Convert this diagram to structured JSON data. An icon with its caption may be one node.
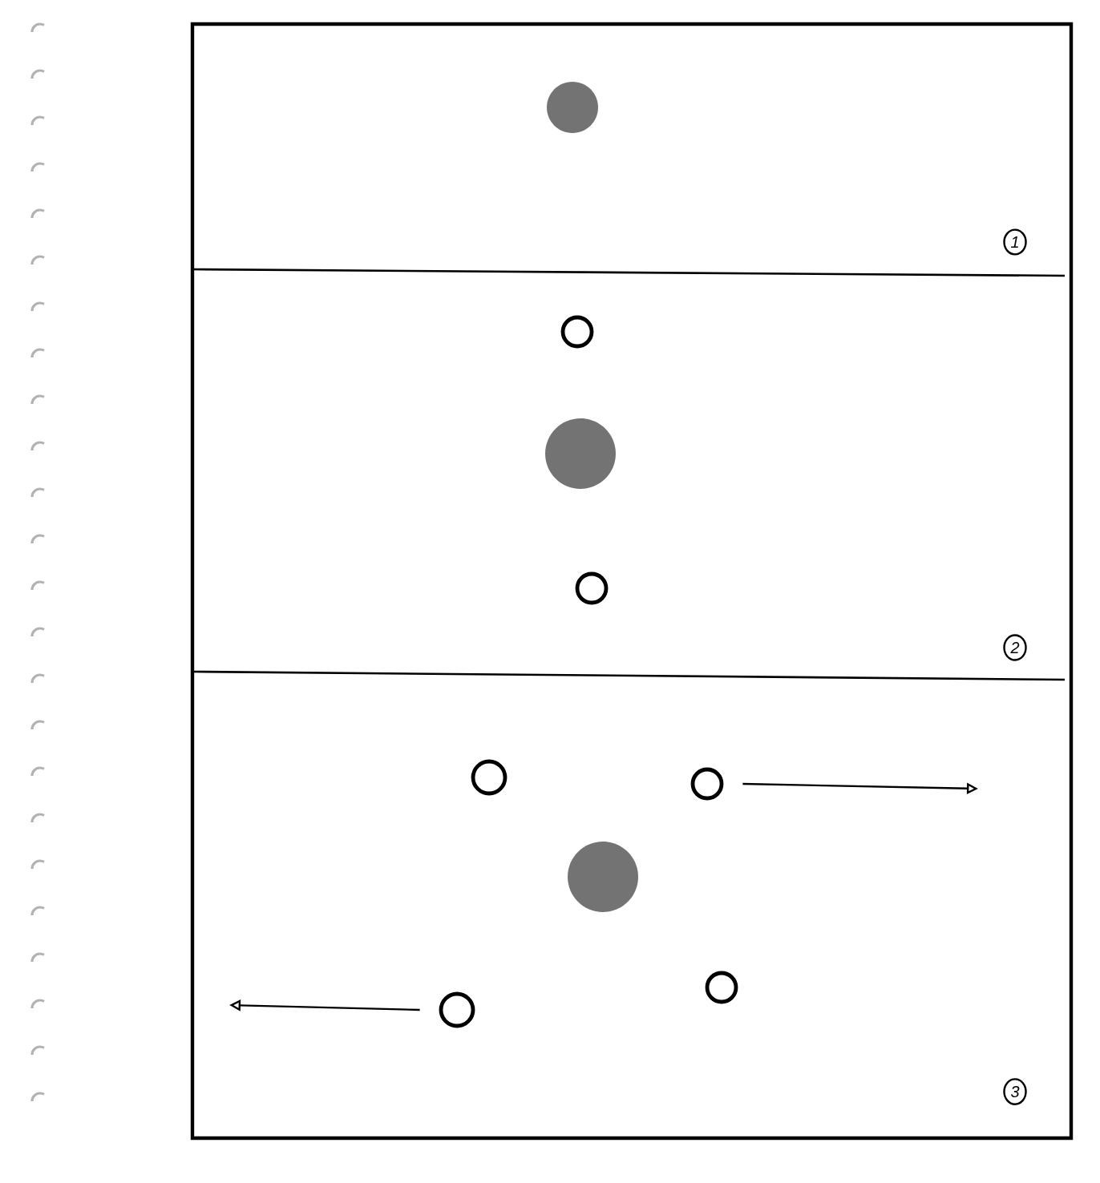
{
  "diagram": {
    "nodes": [
      {
        "text": [],
        "shape": "circle"
      },
      {
        "text": [],
        "shape": "circle"
      },
      {
        "text": [],
        "shape": "circle"
      },
      {
        "text": [],
        "shape": "circle"
      },
      {
        "text": [],
        "shape": "circle"
      },
      {
        "text": [],
        "shape": "circle"
      },
      {
        "text": [],
        "shape": "circle"
      },
      {
        "text": [],
        "shape": "circle"
      },
      {
        "text": [],
        "shape": "circle"
      }
    ],
    "edges": [
      {
        "from": 5,
        "to": null,
        "arrow": "to"
      },
      {
        "from": 8,
        "to": null,
        "arrow": "to"
      }
    ],
    "labels": [
      "1",
      "2",
      "3"
    ]
  }
}
